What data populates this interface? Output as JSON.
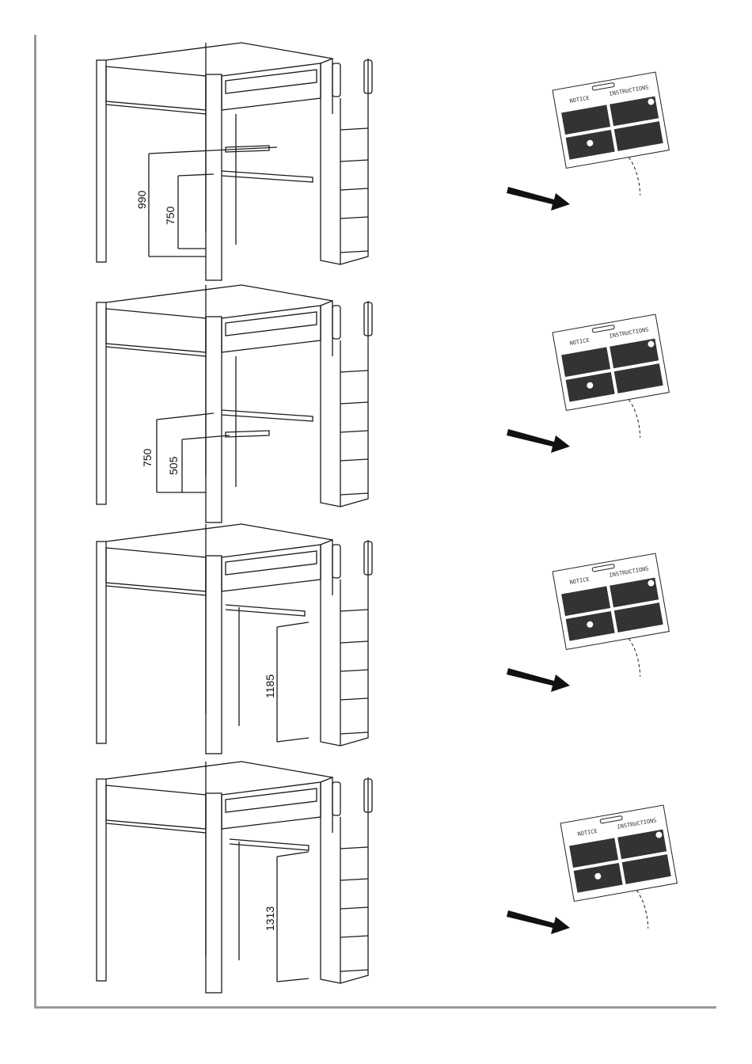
{
  "page": {
    "title": ""
  },
  "panels": [
    {
      "id": "p1",
      "dimensions": [
        "990",
        "750"
      ],
      "notice_label": "NOTICE",
      "instructions_label": "INSTRUCTIONS"
    },
    {
      "id": "p2",
      "dimensions": [
        "750",
        "505"
      ],
      "notice_label": "NOTICE",
      "instructions_label": "INSTRUCTIONS"
    },
    {
      "id": "p3",
      "dimensions": [
        "1185"
      ],
      "notice_label": "NOTICE",
      "instructions_label": "INSTRUCTIONS"
    },
    {
      "id": "p4",
      "dimensions": [
        "1313"
      ],
      "notice_label": "NOTICE",
      "instructions_label": "INSTRUCTIONS"
    }
  ],
  "colors": {
    "line": "#1a1a1a",
    "frame": "#9a9a9a",
    "arrow": "#111111"
  },
  "icons": [
    "loft-bed-diagram",
    "arrow-icon",
    "instruction-booklet-icon"
  ]
}
